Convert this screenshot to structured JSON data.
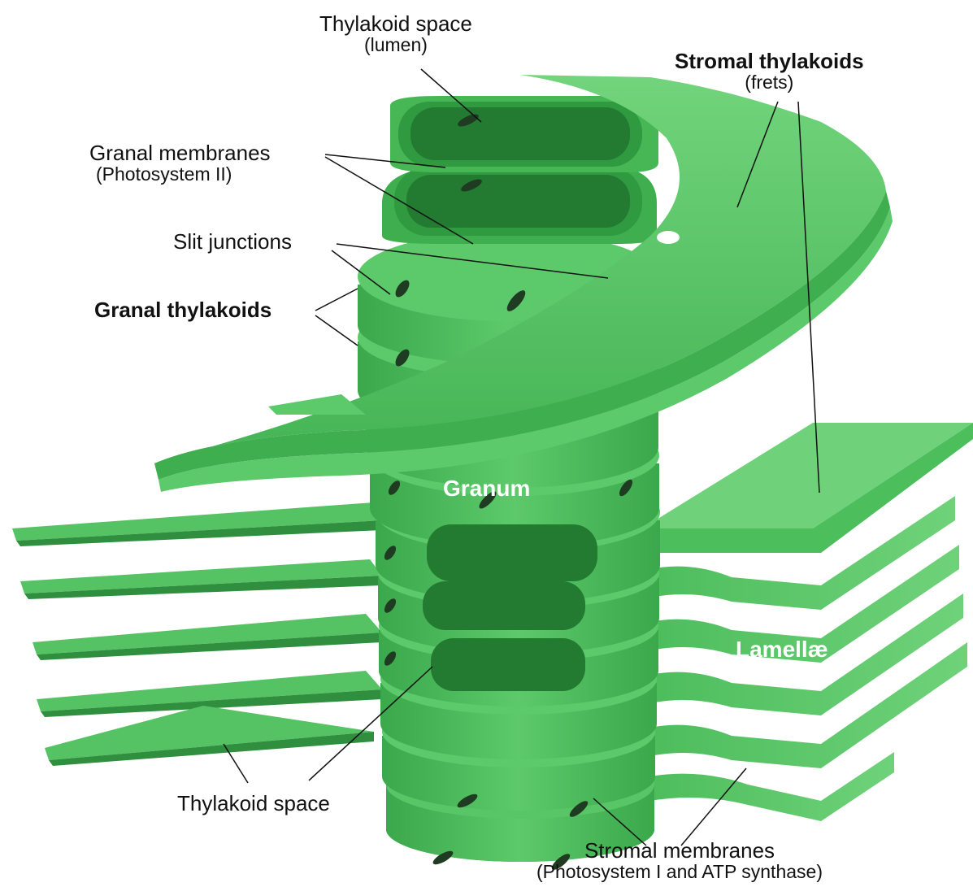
{
  "labels": {
    "thylakoid_space_top": {
      "title": "Thylakoid space",
      "sub": "(lumen)"
    },
    "stromal_thylakoids": {
      "title": "Stromal thylakoids",
      "sub": "(frets)"
    },
    "granal_membranes": {
      "title": "Granal membranes",
      "sub": "(Photosystem II)"
    },
    "slit_junctions": {
      "title": "Slit junctions"
    },
    "granal_thylakoids": {
      "title": "Granal thylakoids"
    },
    "granum": {
      "title": "Granum"
    },
    "lamellae": {
      "title": "Lamellæ"
    },
    "thylakoid_space_bottom": {
      "title": "Thylakoid space"
    },
    "stromal_membranes": {
      "title": "Stromal membranes",
      "sub": "(Photosystem I and ATP synthase)"
    }
  },
  "colors": {
    "membrane_light": "#6fd27a",
    "membrane_mid": "#4cbf5c",
    "membrane_dark": "#2f9a40",
    "lumen_dark": "#237a31",
    "slit": "#1f3b22",
    "leader_line": "#111111"
  }
}
